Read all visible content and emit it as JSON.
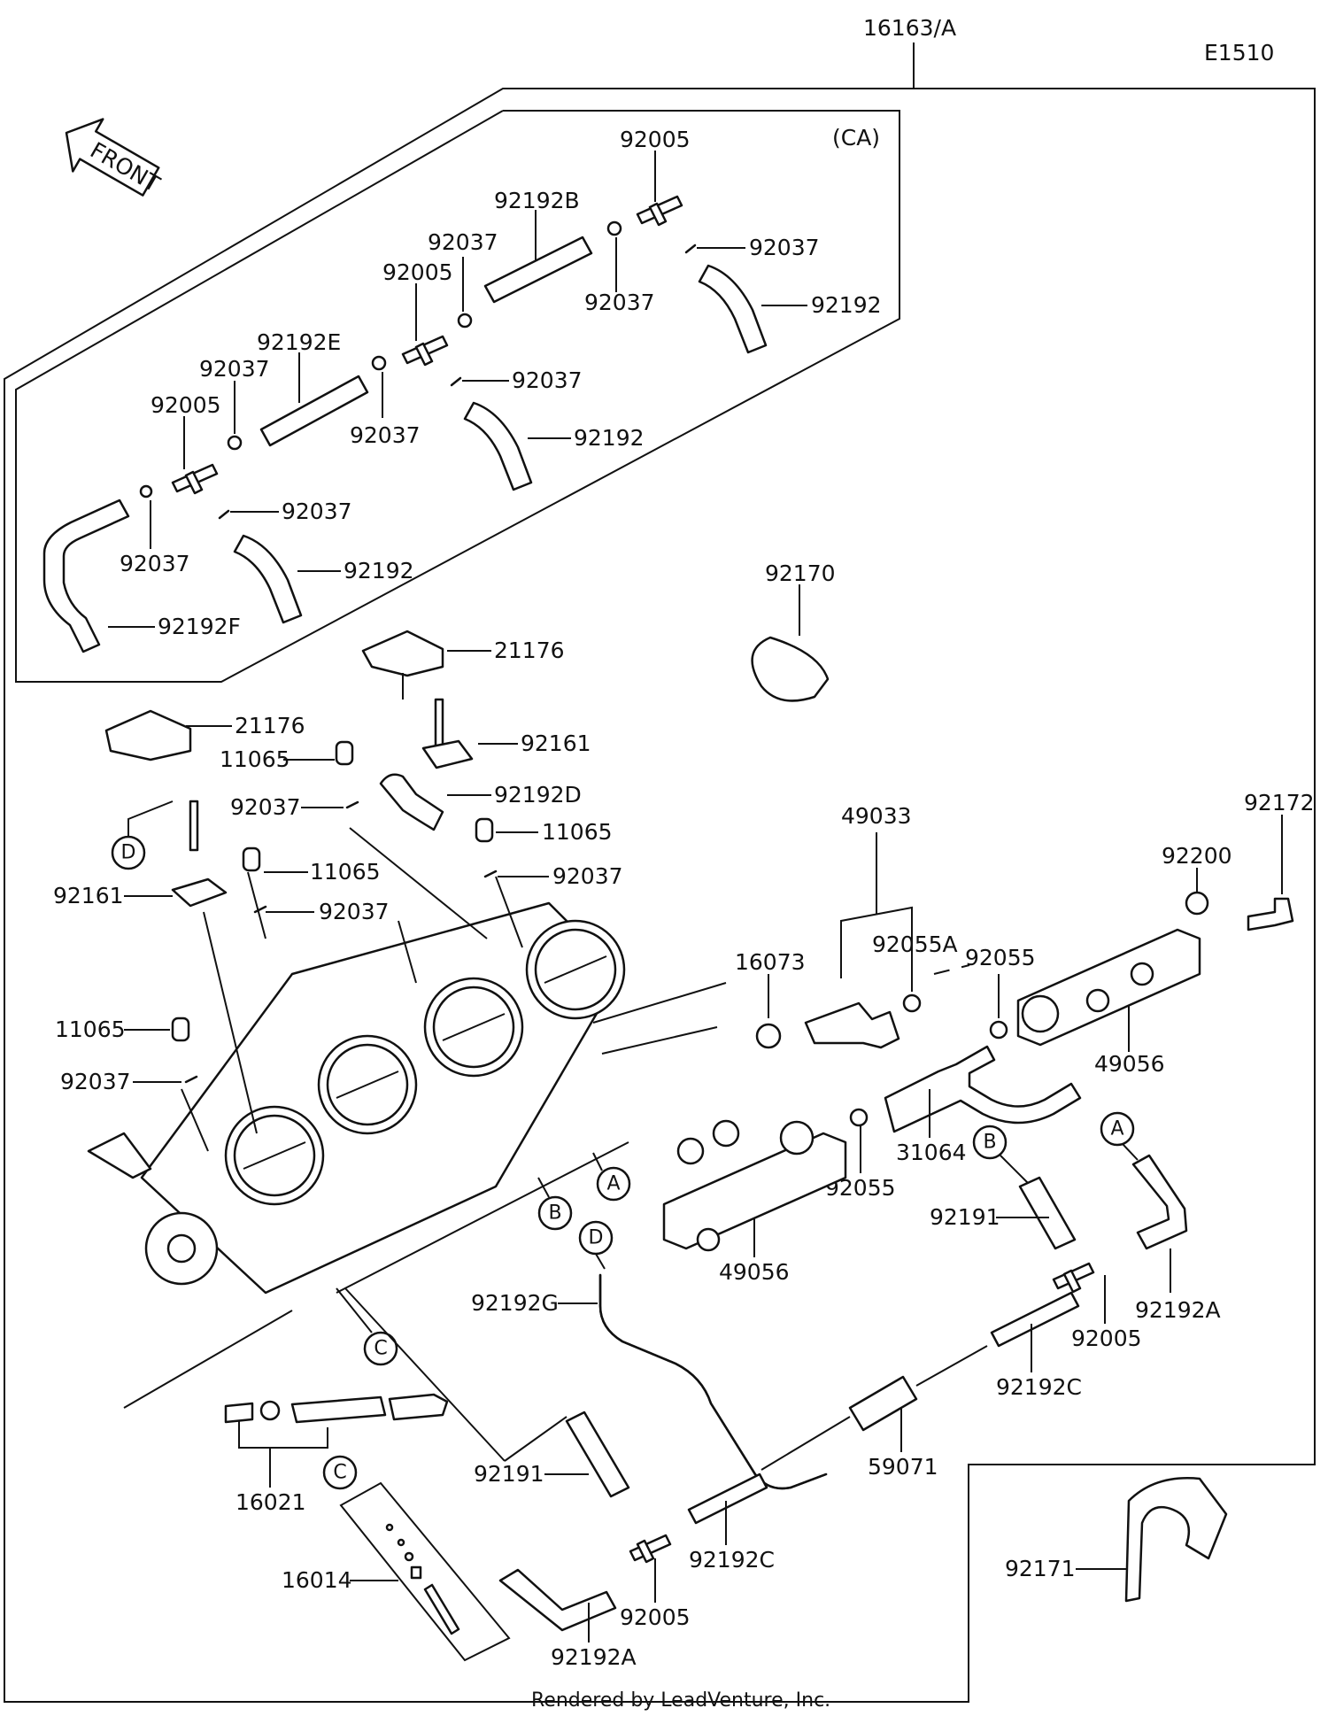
{
  "header": {
    "assembly_number": "16163/A",
    "diagram_code": "E1510"
  },
  "front_label": "FRONT",
  "ca_label": "(CA)",
  "refs": {
    "A": "A",
    "B": "B",
    "C": "C",
    "D": "D"
  },
  "labels": {
    "p92005_1": "92005",
    "p92192B": "92192B",
    "p92037_1": "92037",
    "p92037_2": "92037",
    "p92037_3": "92037",
    "p92192_1": "92192",
    "p92005_2": "92005",
    "p92192E": "92192E",
    "p92037_4": "92037",
    "p92037_5": "92037",
    "p92037_6": "92037",
    "p92192_2": "92192",
    "p92005_3": "92005",
    "p92037_7": "92037",
    "p92037_8": "92037",
    "p92192_3": "92192",
    "p92192F": "92192F",
    "p92170": "92170",
    "p21176_1": "21176",
    "p21176_2": "21176",
    "p92161_1": "92161",
    "p11065_1": "11065",
    "p92192D": "92192D",
    "p92037_9": "92037",
    "p11065_2": "11065",
    "p11065_3": "11065",
    "p92037_10": "92037",
    "p92161_2": "92161",
    "p92037_11": "92037",
    "p49033": "49033",
    "p92200": "92200",
    "p92172": "92172",
    "p92055A": "92055A",
    "p92055_1": "92055",
    "p16073": "16073",
    "p11065_4": "11065",
    "p92037_12": "92037",
    "p49056_1": "49056",
    "p31064": "31064",
    "p92055_2": "92055",
    "p92191_1": "92191",
    "p92192A_1": "92192A",
    "p49056_2": "49056",
    "p92192G": "92192G",
    "p92005_4": "92005",
    "p92192C_1": "92192C",
    "p59071": "59071",
    "p16021": "16021",
    "p92191_2": "92191",
    "p16014": "16014",
    "p92192C_2": "92192C",
    "p92171": "92171",
    "p92005_5": "92005",
    "p92192A_2": "92192A"
  },
  "footer": "Rendered by LeadVenture, Inc."
}
